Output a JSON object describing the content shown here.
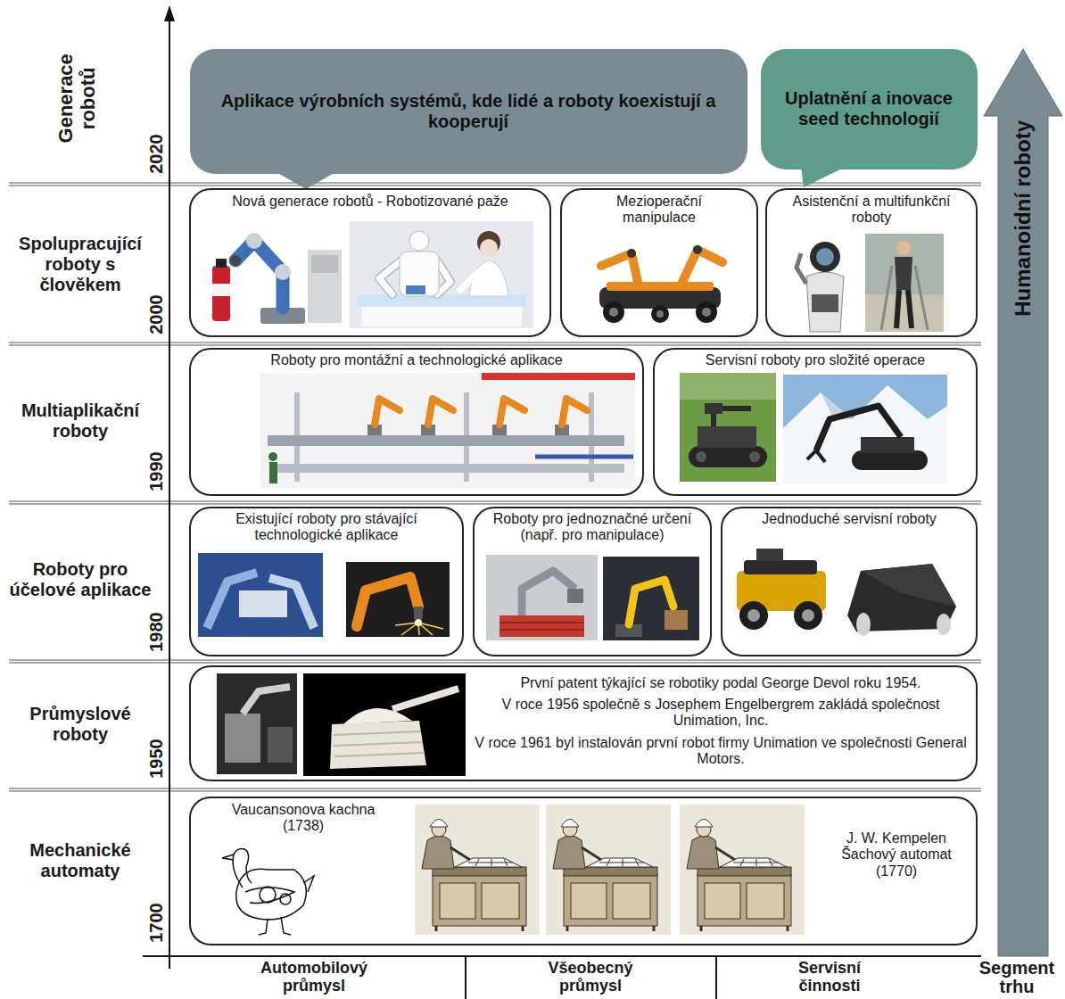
{
  "diagram": {
    "nodes": [
      {
        "text": [
          "Aplikace výrobních systémů, kde lidé a roboty koexistují a kooperují"
        ]
      },
      {
        "text": [
          "Uplatnění a inovace seed technologií"
        ]
      },
      {
        "text": [
          "Nová generace robotů - Robotizované paže"
        ]
      },
      {
        "text": [
          "Mezioperační manipulace"
        ]
      },
      {
        "text": [
          "Asistenční a multifunkční roboty"
        ]
      },
      {
        "text": [
          "Roboty pro montážní a technologické aplikace"
        ]
      },
      {
        "text": [
          "Servisní roboty pro složité operace"
        ]
      },
      {
        "text": [
          "Existující roboty pro stávající technologické aplikace"
        ]
      },
      {
        "text": [
          "Roboty pro jednoznačné určení (např. pro manipulace)"
        ]
      },
      {
        "text": [
          "Jednoduché servisní roboty"
        ]
      },
      {
        "text": [
          "První patent týkající se robotiky podal George Devol roku 1954.",
          "V roce 1956 společně s Josephem Engelbergrem zakládá společnost Unimation, Inc.",
          "V roce 1961 byl instalován první robot firmy Unimation ve společnosti General Motors."
        ]
      },
      {
        "text": [
          "Vaucansonova kachna (1738)",
          "J. W. Kempelen Šachový automat (1770)"
        ]
      },
      {
        "text": [
          "Humanoidní roboty"
        ]
      }
    ],
    "labels": [
      "Generace robotů",
      "2020",
      "Spolupracující roboty s člověkem",
      "2000",
      "Multiaplikační roboty",
      "1990",
      "Roboty pro účelové aplikace",
      "1980",
      "Průmyslové roboty",
      "1950",
      "Mechanické automaty",
      "1700",
      "Automobilový průmysl",
      "Všeobecný průmysl",
      "Servisní činnosti",
      "Segment trhu"
    ]
  }
}
